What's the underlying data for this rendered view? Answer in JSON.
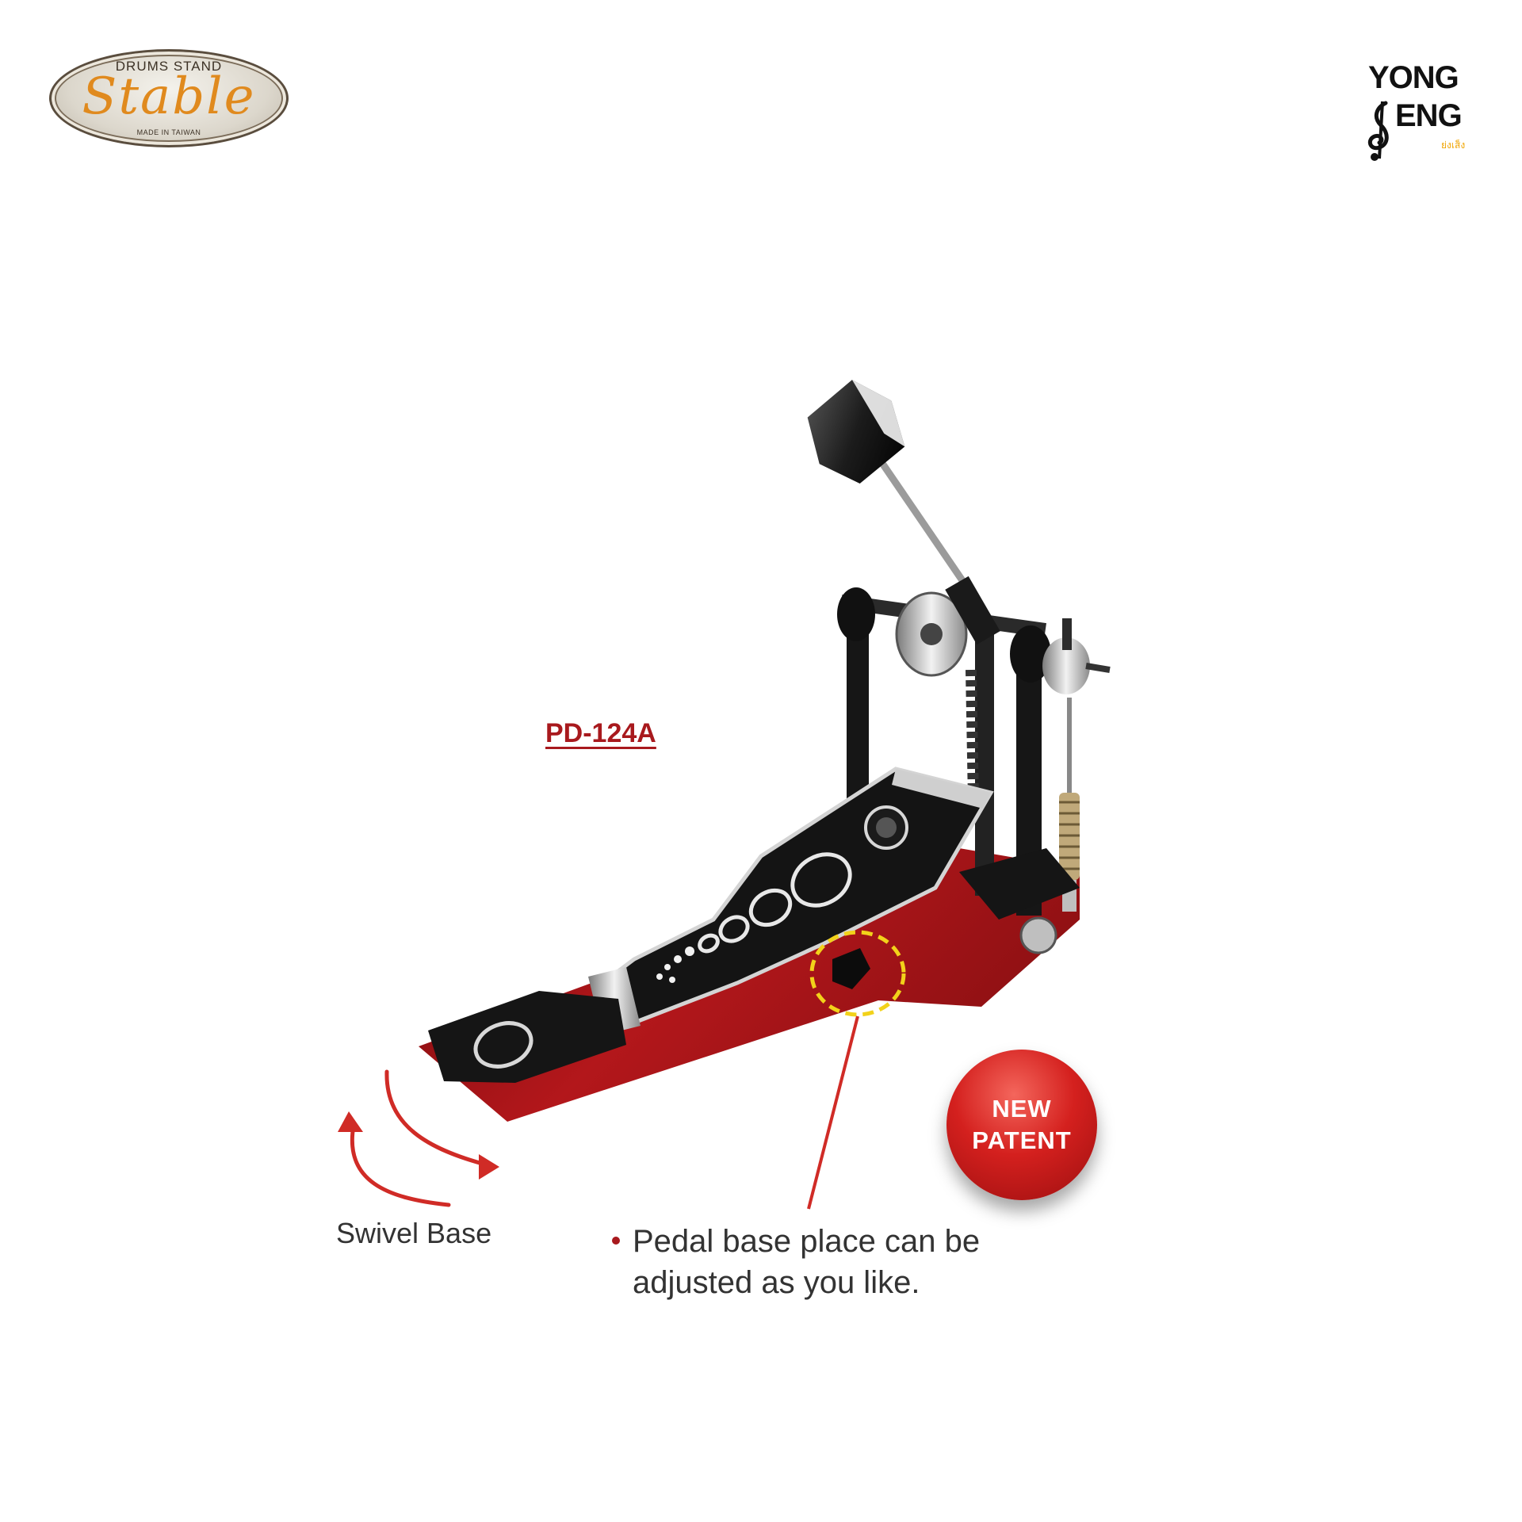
{
  "brand_left": {
    "top_text": "DRUMS STAND",
    "script_text": "Stable",
    "bottom_text": "MADE IN TAIWAN"
  },
  "brand_right": {
    "line1": "YONG",
    "line2": "ENG",
    "thai": "ย่งเส็ง"
  },
  "product": {
    "model": "PD-124A"
  },
  "badge": {
    "line1": "NEW",
    "line2": "PATENT"
  },
  "labels": {
    "swivel": "Swivel Base",
    "feature_line1": "Pedal base place can be",
    "feature_line2": "adjusted as you like."
  },
  "colors": {
    "accent_red": "#a8191d",
    "base_plate": "#b3171b",
    "stable_orange": "#e08a1e",
    "thai_gold": "#f0a400"
  }
}
